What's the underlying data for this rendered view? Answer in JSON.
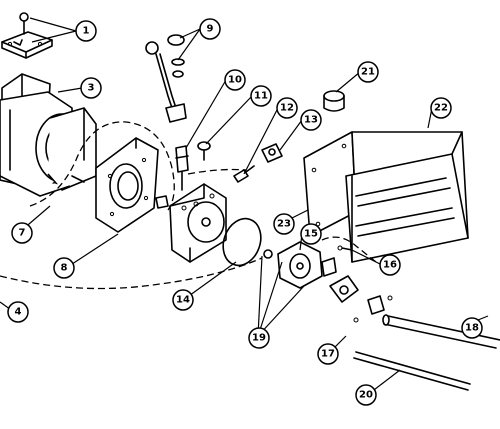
{
  "diagram": {
    "callouts": [
      "1",
      "3",
      "4",
      "7",
      "8",
      "9",
      "10",
      "11",
      "12",
      "13",
      "14",
      "15",
      "16",
      "17",
      "18",
      "19",
      "20",
      "21",
      "22",
      "23"
    ]
  }
}
